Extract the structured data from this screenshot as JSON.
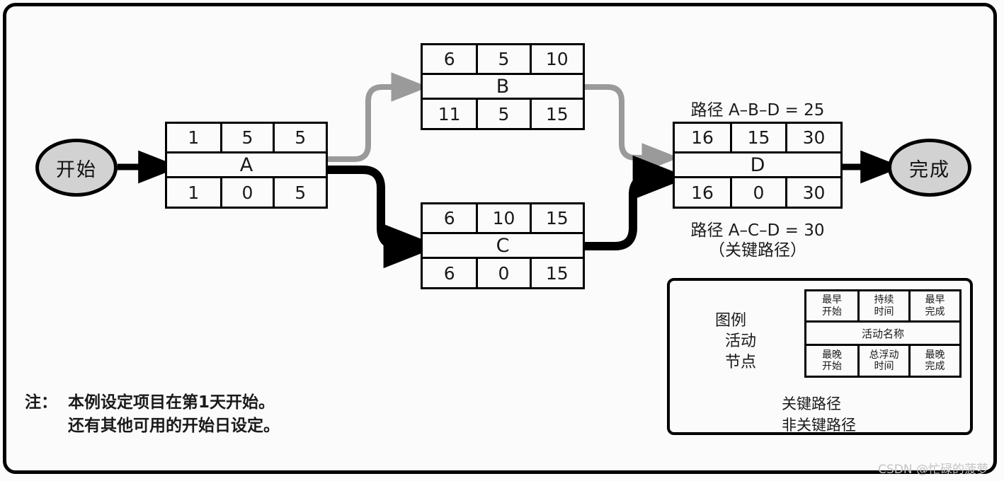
{
  "colors": {
    "critical_path": "#000000",
    "non_critical_path": "#9a9a9a",
    "node_fill": "#fbfbfb",
    "terminal_fill": "#d2d2d2",
    "border": "#000000"
  },
  "terminals": {
    "start": "开始",
    "end": "完成"
  },
  "nodes": [
    {
      "id": "A",
      "name": "A",
      "early_start": "1",
      "duration": "5",
      "early_finish": "5",
      "late_start": "1",
      "total_float": "0",
      "late_finish": "5"
    },
    {
      "id": "B",
      "name": "B",
      "early_start": "6",
      "duration": "5",
      "early_finish": "10",
      "late_start": "11",
      "total_float": "5",
      "late_finish": "15"
    },
    {
      "id": "C",
      "name": "C",
      "early_start": "6",
      "duration": "10",
      "early_finish": "15",
      "late_start": "6",
      "total_float": "0",
      "late_finish": "15"
    },
    {
      "id": "D",
      "name": "D",
      "early_start": "16",
      "duration": "15",
      "early_finish": "30",
      "late_start": "16",
      "total_float": "0",
      "late_finish": "30"
    }
  ],
  "path_labels": {
    "abd": "路径 A–B–D = 25",
    "acd": "路径 A–C–D = 30",
    "acd_sub": "（关键路径）"
  },
  "note": {
    "prefix": "注：",
    "line1": "本例设定项目在第1天开始。",
    "line2": "还有其他可用的开始日设定。"
  },
  "legend": {
    "title_1": "图例",
    "title_2": "活动\n节点",
    "node": {
      "early_start": "最早\n开始",
      "duration": "持续\n时间",
      "early_finish": "最早\n完成",
      "activity_name": "活动名称",
      "late_start": "最晚\n开始",
      "total_float": "总浮动\n时间",
      "late_finish": "最晚\n完成"
    },
    "key_critical": "关键路径",
    "key_non_critical": "非关键路径"
  },
  "watermark": "CSDN @忙碌的菠萝"
}
